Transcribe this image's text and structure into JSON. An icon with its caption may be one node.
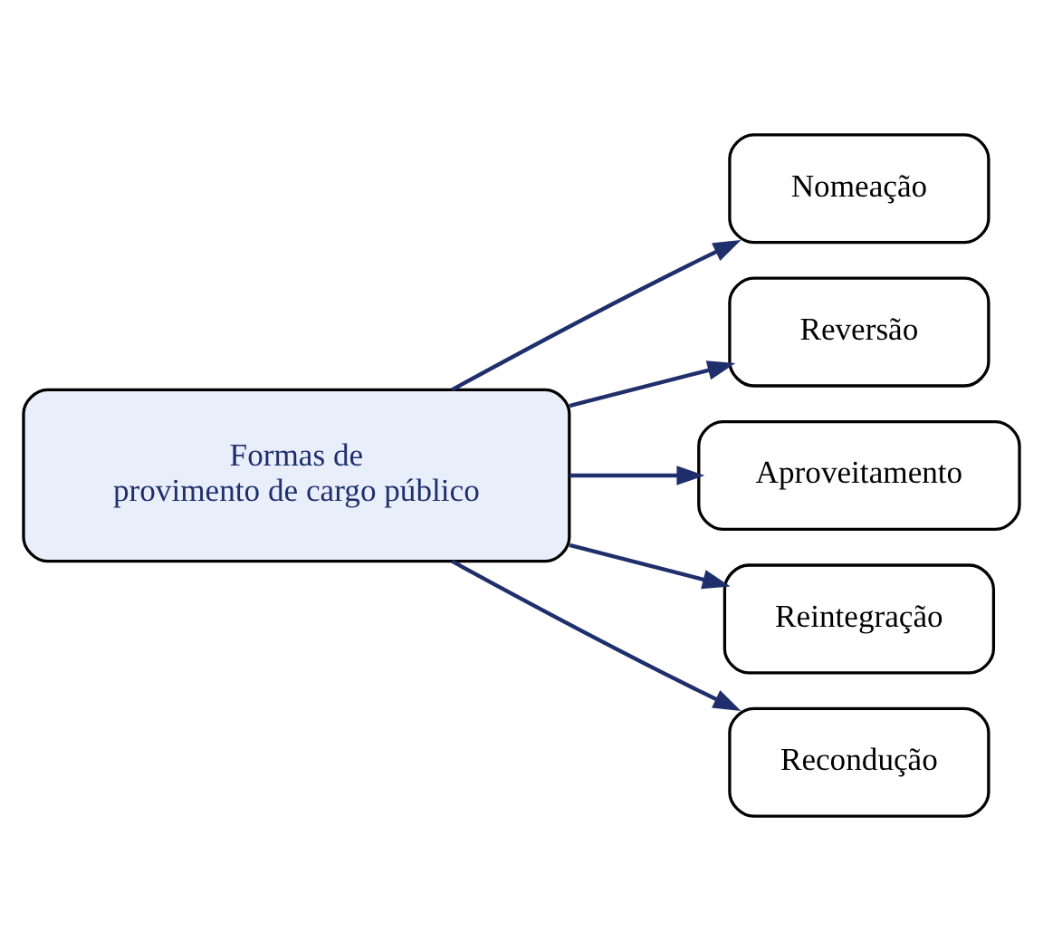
{
  "diagram": {
    "nodes": [
      {
        "text": [
          "Formas de provimento de cargo público"
        ]
      },
      {
        "text": [
          "Nomeação"
        ]
      },
      {
        "text": [
          "Reversão"
        ]
      },
      {
        "text": [
          "Aproveitamento"
        ]
      },
      {
        "text": [
          "Reintegração"
        ]
      },
      {
        "text": [
          "Recondução"
        ]
      }
    ],
    "edges": [
      {
        "from": 0,
        "to": 1,
        "arrow": "to"
      },
      {
        "from": 0,
        "to": 2,
        "arrow": "to"
      },
      {
        "from": 0,
        "to": 3,
        "arrow": "to"
      },
      {
        "from": 0,
        "to": 4,
        "arrow": "to"
      },
      {
        "from": 0,
        "to": 5,
        "arrow": "to"
      }
    ]
  }
}
